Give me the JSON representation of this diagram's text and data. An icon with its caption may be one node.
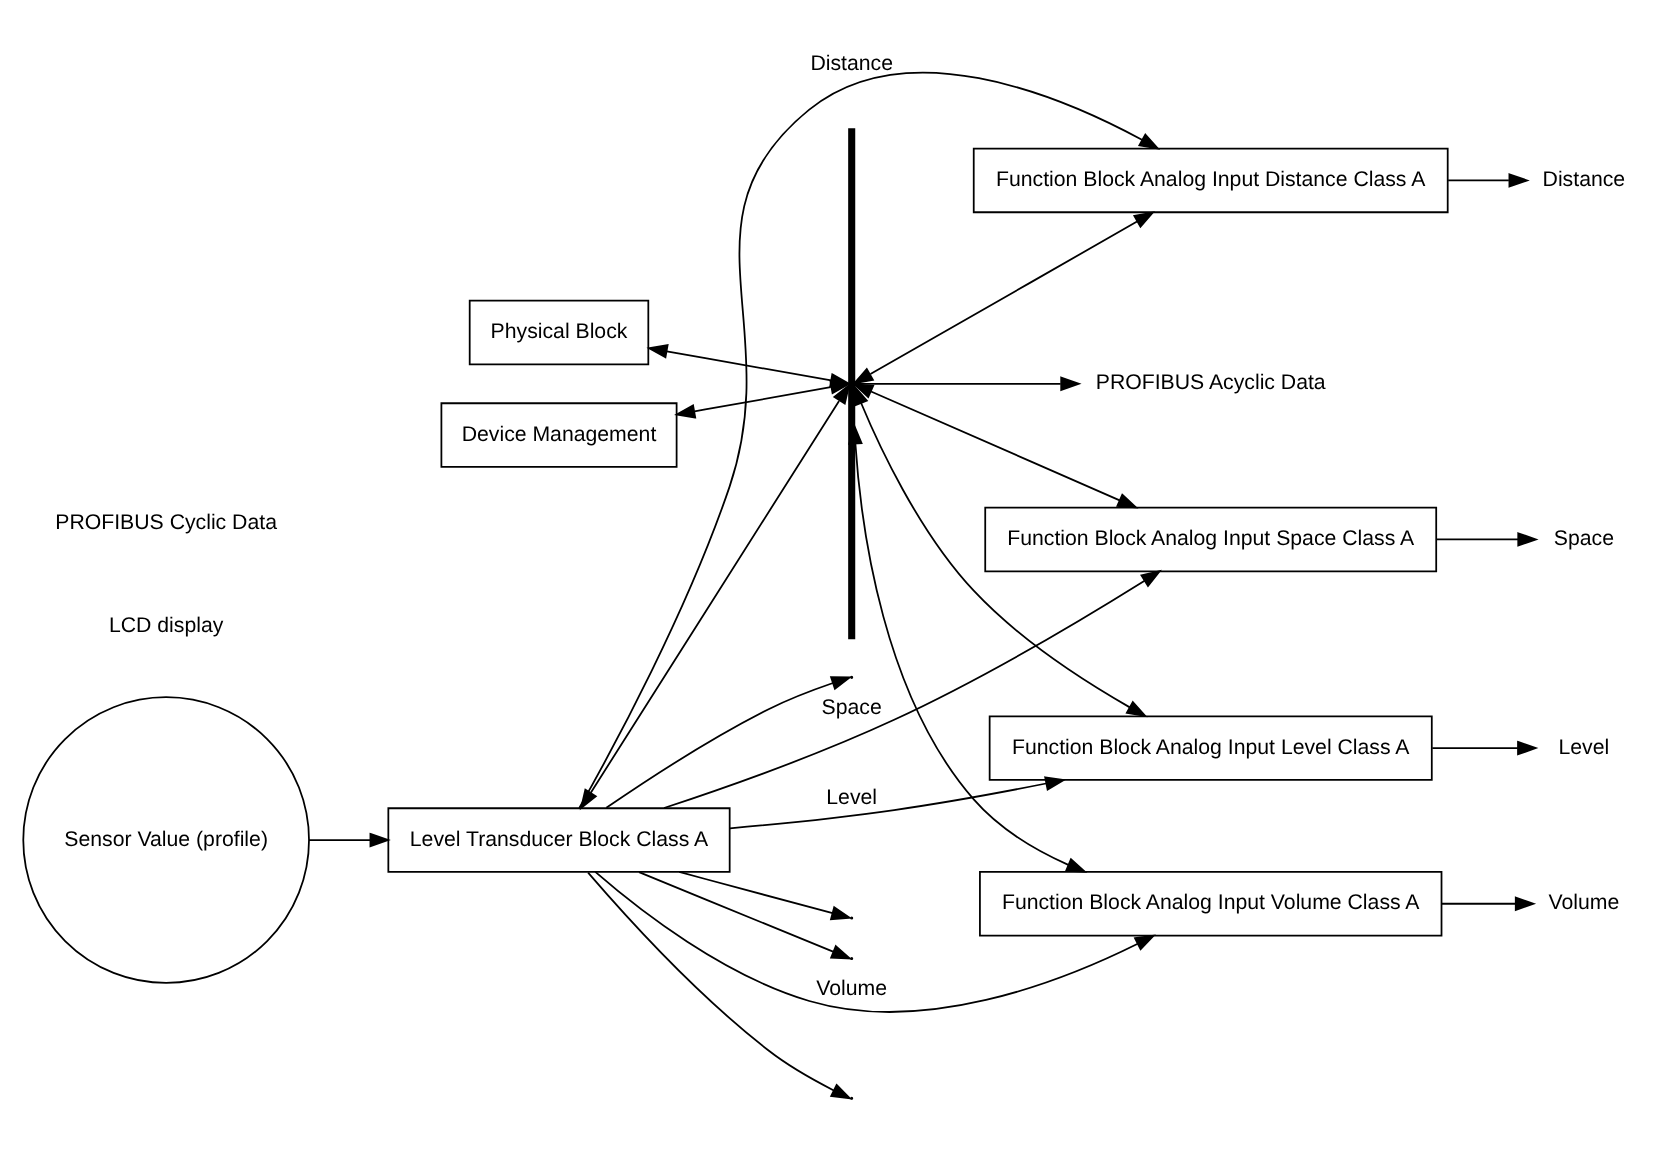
{
  "diagram": {
    "nodes": [
      {
        "text": [
          "Physical Block"
        ]
      },
      {
        "text": [
          "Device Management"
        ]
      },
      {
        "text": [],
        "shape": "bar"
      },
      {
        "text": [
          "PROFIBUS Acyclic Data"
        ]
      },
      {
        "text": [
          "Sensor Value (profile)"
        ]
      },
      {
        "text": [
          "Level Transducer Block Class A"
        ]
      },
      {
        "text": [
          "Function Block Analog Input Level Class A"
        ]
      },
      {
        "text": [
          "Function Block Analog Input Space Class A"
        ]
      },
      {
        "text": [
          "Function Block Analog Input Distance Class A"
        ]
      },
      {
        "text": [
          "Function Block Analog Input Volume Class A"
        ]
      },
      {
        "text": [
          "Level"
        ]
      },
      {
        "text": [
          "Space"
        ]
      },
      {
        "text": [
          "Distance"
        ]
      },
      {
        "text": [
          "Volume"
        ]
      }
    ],
    "edges": [
      {
        "from": 0,
        "to": 2,
        "arrow": "both"
      },
      {
        "from": 1,
        "to": 2,
        "arrow": "both"
      },
      {
        "from": 2,
        "to": 3,
        "arrow": "to"
      },
      {
        "from": 5,
        "to": 2,
        "arrow": "both"
      },
      {
        "from": 4,
        "to": 5,
        "arrow": "to"
      },
      {
        "from": 2,
        "to": 6,
        "arrow": "both"
      },
      {
        "from": 2,
        "to": 7,
        "arrow": "both"
      },
      {
        "from": 2,
        "to": 8,
        "arrow": "both"
      },
      {
        "from": 2,
        "to": 9,
        "arrow": "both"
      },
      {
        "from": 5,
        "to": 6,
        "arrow": "to",
        "label": "Level"
      },
      {
        "from": 5,
        "to": 7,
        "arrow": "to",
        "label": "Space"
      },
      {
        "from": 5,
        "to": 8,
        "arrow": "to",
        "label": "Distance"
      },
      {
        "from": 5,
        "to": 9,
        "arrow": "to",
        "label": "Volume"
      },
      {
        "from": 5,
        "to": null,
        "arrow": "to"
      },
      {
        "from": 5,
        "to": null,
        "arrow": "to"
      },
      {
        "from": 5,
        "to": null,
        "arrow": "to"
      },
      {
        "from": 5,
        "to": null,
        "arrow": "to"
      },
      {
        "from": 6,
        "to": 10,
        "arrow": "to"
      },
      {
        "from": 7,
        "to": 11,
        "arrow": "to"
      },
      {
        "from": 8,
        "to": 12,
        "arrow": "to"
      },
      {
        "from": 9,
        "to": 13,
        "arrow": "to"
      }
    ],
    "labels": [
      "LCD display",
      "PROFIBUS Cyclic Data"
    ]
  }
}
